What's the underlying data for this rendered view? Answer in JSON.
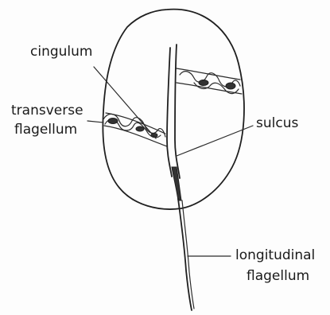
{
  "labels": {
    "cingulum": "cingulum",
    "transverse_line1": "transverse",
    "transverse_line2": "flagellum",
    "sulcus": "sulcus",
    "longitudinal_line1": "longitudinal",
    "longitudinal_line2": "flagellum"
  }
}
